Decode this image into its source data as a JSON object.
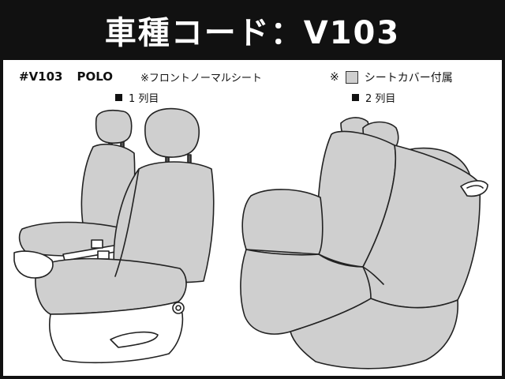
{
  "header": {
    "title": "車種コード：V103"
  },
  "info": {
    "code": "#V103",
    "model": "POLO",
    "seat_type": "※フロントノーマルシート",
    "legend_mark": "※",
    "legend_text": "シートカバー付属"
  },
  "rows": {
    "row1_label": "1 列目",
    "row2_label": "2 列目"
  },
  "colors": {
    "cover": "#cfcfcf",
    "header_bg": "#111111"
  }
}
